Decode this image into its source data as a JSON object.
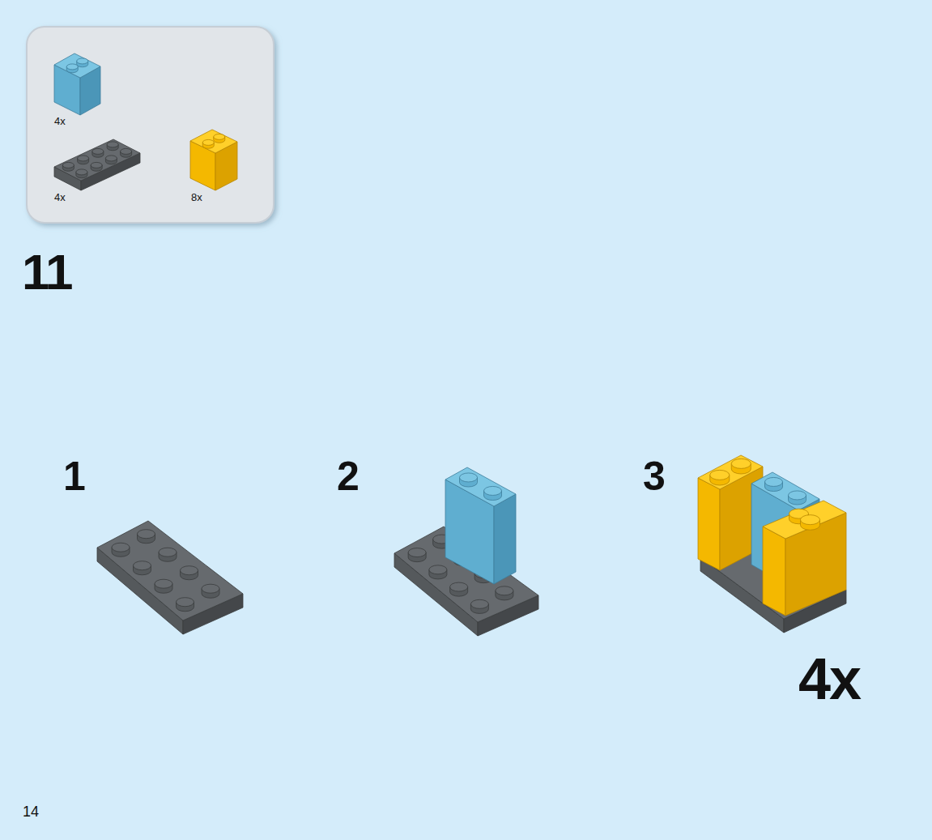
{
  "diagram": {
    "labels": [
      "4x",
      "4x",
      "8x",
      "11",
      "1",
      "2",
      "3",
      "4x",
      "14"
    ]
  }
}
